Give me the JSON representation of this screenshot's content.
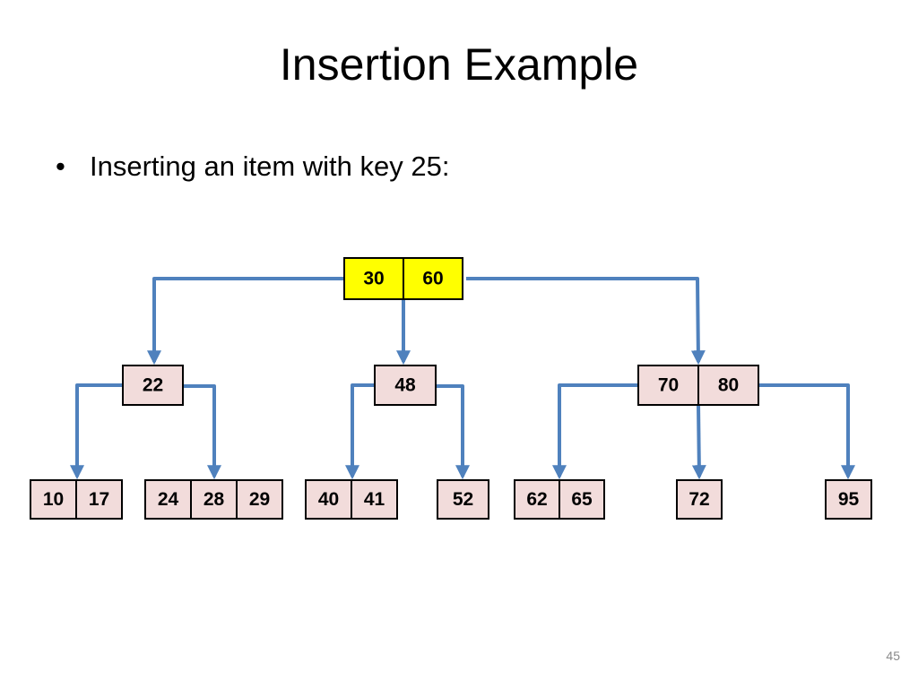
{
  "slide": {
    "title": "Insertion Example",
    "bullet": "•",
    "bullet_text": "Inserting an item with key 25:",
    "page_number": "45"
  },
  "colors": {
    "root_fill": "#ffff00",
    "node_fill": "#f2dcdb",
    "edge": "#4f81bd",
    "border": "#000000"
  },
  "tree": {
    "root": {
      "keys": [
        "30",
        "60"
      ]
    },
    "internal": [
      {
        "keys": [
          "22"
        ]
      },
      {
        "keys": [
          "48"
        ]
      },
      {
        "keys": [
          "70",
          "80"
        ]
      }
    ],
    "leaves": [
      {
        "keys": [
          "10",
          "17"
        ]
      },
      {
        "keys": [
          "24",
          "28",
          "29"
        ]
      },
      {
        "keys": [
          "40",
          "41"
        ]
      },
      {
        "keys": [
          "52"
        ]
      },
      {
        "keys": [
          "62",
          "65"
        ]
      },
      {
        "keys": [
          "72"
        ]
      },
      {
        "keys": [
          "95"
        ]
      }
    ]
  }
}
